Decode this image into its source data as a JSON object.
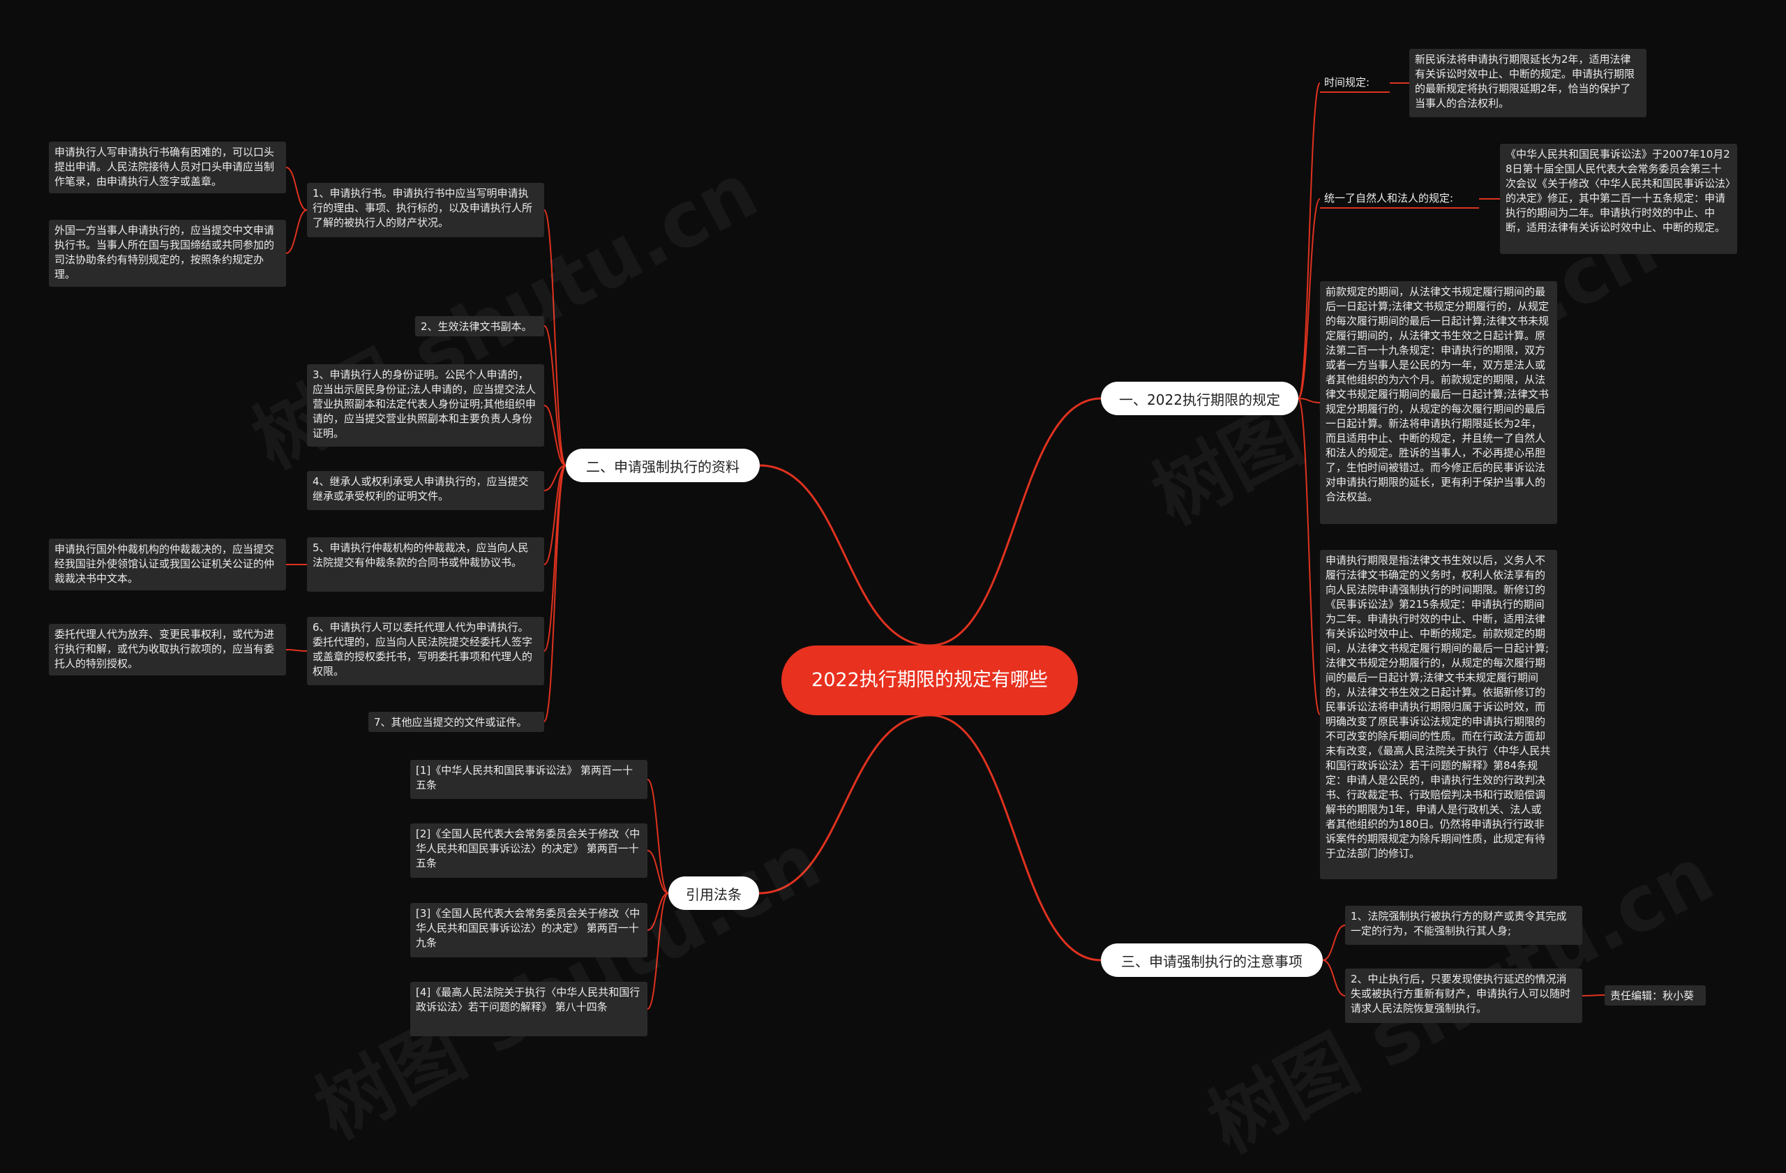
{
  "watermark": "树图 shutu.cn",
  "root": "2022执行期限的规定有哪些",
  "branches": {
    "b1": "一、2022执行期限的规定",
    "b2": "二、申请强制执行的资料",
    "b3": "三、申请强制执行的注意事项",
    "b4": "引用法条"
  },
  "b1": {
    "l1_label": "时间规定:",
    "l1_text": "新民诉法将申请执行期限延长为2年，适用法律有关诉讼时效中止、中断的规定。申请执行期限的最新规定将执行期限延期2年，恰当的保护了当事人的合法权利。",
    "l2_label": "统一了自然人和法人的规定:",
    "l2_text": "《中华人民共和国民事诉讼法》于2007年10月28日第十届全国人民代表大会常务委员会第三十次会议《关于修改〈中华人民共和国民事诉讼法〉的决定》修正，其中第二百一十五条规定：申请执行的期间为二年。申请执行时效的中止、中断，适用法律有关诉讼时效中止、中断的规定。",
    "l3_text": "前款规定的期间，从法律文书规定履行期间的最后一日起计算;法律文书规定分期履行的，从规定的每次履行期间的最后一日起计算;法律文书未规定履行期间的，从法律文书生效之日起计算。原法第二百一十九条规定：申请执行的期限，双方或者一方当事人是公民的为一年，双方是法人或者其他组织的为六个月。前款规定的期限，从法律文书规定履行期间的最后一日起计算;法律文书规定分期履行的，从规定的每次履行期间的最后一日起计算。新法将申请执行期限延长为2年，而且适用中止、中断的规定，并且统一了自然人和法人的规定。胜诉的当事人，不必再提心吊胆了，生怕时间被错过。而今修正后的民事诉讼法对申请执行期限的延长，更有利于保护当事人的合法权益。",
    "l4_text": "申请执行期限是指法律文书生效以后，义务人不履行法律文书确定的义务时，权利人依法享有的向人民法院申请强制执行的时间期限。新修订的《民事诉讼法》第215条规定：申请执行的期间为二年。申请执行时效的中止、中断，适用法律有关诉讼时效中止、中断的规定。前款规定的期间，从法律文书规定履行期间的最后一日起计算;法律文书规定分期履行的，从规定的每次履行期间的最后一日起计算;法律文书未规定履行期间的，从法律文书生效之日起计算。依据新修订的民事诉讼法将申请执行期限归属于诉讼时效，而明确改变了原民事诉讼法规定的申请执行期限的不可改变的除斥期间的性质。而在行政法方面却未有改变，《最高人民法院关于执行〈中华人民共和国行政诉讼法〉若干问题的解释》第84条规定：申请人是公民的，申请执行生效的行政判决书、行政裁定书、行政赔偿判决书和行政赔偿调解书的期限为1年，申请人是行政机关、法人或者其他组织的为180日。仍然将申请执行行政非诉案件的期限规定为除斥期间性质，此规定有待于立法部门的修订。"
  },
  "b2": {
    "items": [
      "1、申请执行书。申请执行书中应当写明申请执行的理由、事项、执行标的，以及申请执行人所了解的被执行人的财产状况。",
      "2、生效法律文书副本。",
      "3、申请执行人的身份证明。公民个人申请的，应当出示居民身份证;法人申请的，应当提交法人营业执照副本和法定代表人身份证明;其他组织申请的，应当提交营业执照副本和主要负责人身份证明。",
      "4、继承人或权利承受人申请执行的，应当提交继承或承受权利的证明文件。",
      "5、申请执行仲裁机构的仲裁裁决，应当向人民法院提交有仲裁条款的合同书或仲裁协议书。",
      "6、申请执行人可以委托代理人代为申请执行。委托代理的，应当向人民法院提交经委托人签字或盖章的授权委托书，写明委托事项和代理人的权限。",
      "7、其他应当提交的文件或证件。"
    ],
    "sub1a": "申请执行人写申请执行书确有困难的，可以口头提出申请。人民法院接待人员对口头申请应当制作笔录，由申请执行人签字或盖章。",
    "sub1b": "外国一方当事人申请执行的，应当提交中文申请执行书。当事人所在国与我国缔结或共同参加的司法协助条约有特别规定的，按照条约规定办理。",
    "sub5": "申请执行国外仲裁机构的仲裁裁决的，应当提交经我国驻外使领馆认证或我国公证机关公证的仲裁裁决书中文本。",
    "sub6": "委托代理人代为放弃、变更民事权利，或代为进行执行和解，或代为收取执行款项的，应当有委托人的特别授权。"
  },
  "b3": {
    "items": [
      "1、法院强制执行被执行方的财产或责令其完成一定的行为，不能强制执行其人身;",
      "2、中止执行后，只要发现使执行延迟的情况消失或被执行方重新有财产，申请执行人可以随时请求人民法院恢复强制执行。"
    ],
    "editor": "责任编辑：秋小葵"
  },
  "b4": {
    "items": [
      "[1]《中华人民共和国民事诉讼法》 第两百一十五条",
      "[2]《全国人民代表大会常务委员会关于修改〈中华人民共和国民事诉讼法〉的决定》 第两百一十五条",
      "[3]《全国人民代表大会常务委员会关于修改〈中华人民共和国民事诉讼法〉的决定》 第两百一十九条",
      "[4]《最高人民法院关于执行〈中华人民共和国行政诉讼法〉若干问题的解释》 第八十四条"
    ]
  },
  "colors": {
    "line": "#e0321f",
    "root": "#e8311f",
    "box": "#2a2a2a",
    "background": "#0c0c0c"
  }
}
